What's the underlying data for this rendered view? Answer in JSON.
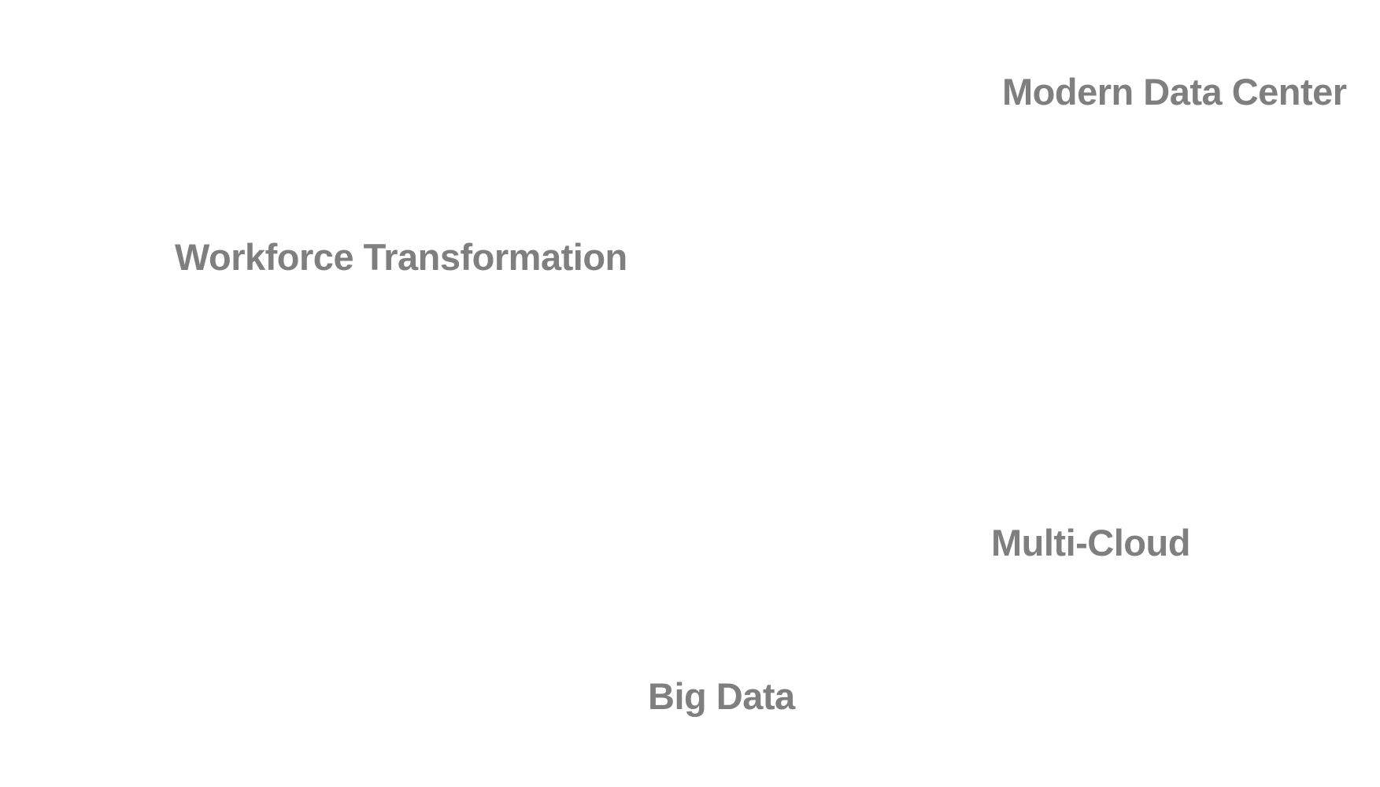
{
  "colors": {
    "background": "#ffffff",
    "label_text": "#7f7f7f"
  },
  "labels": {
    "modern_data_center": "Modern Data Center",
    "workforce_transformation": "Workforce Transformation",
    "multi_cloud": "Multi-Cloud",
    "big_data": "Big Data"
  }
}
